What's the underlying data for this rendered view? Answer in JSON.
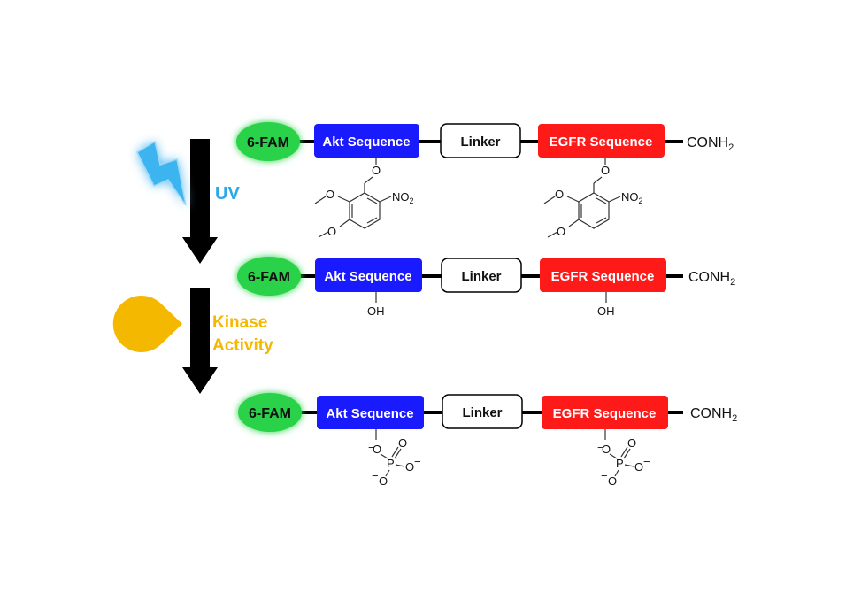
{
  "steps": {
    "uv_label": "UV",
    "kinase_label_line1": "Kinase",
    "kinase_label_line2": "Activity"
  },
  "colors": {
    "fam": "#2bd24a",
    "akt": "#1a1aff",
    "egfr": "#ff1a1a",
    "uv": "#2aa8e8",
    "kinase": "#f5b800",
    "arrow": "#000000"
  },
  "constructs": [
    {
      "state": "caged",
      "fam": "6-FAM",
      "akt": "Akt Sequence",
      "linker": "Linker",
      "egfr": "EGFR Sequence",
      "terminus": "CONH",
      "terminus_sub": "2",
      "group_label": "NO",
      "group_label_sub": "2"
    },
    {
      "state": "uncaged",
      "fam": "6-FAM",
      "akt": "Akt Sequence",
      "linker": "Linker",
      "egfr": "EGFR Sequence",
      "terminus": "CONH",
      "terminus_sub": "2",
      "group_label": "OH"
    },
    {
      "state": "phosphorylated",
      "fam": "6-FAM",
      "akt": "Akt Sequence",
      "linker": "Linker",
      "egfr": "EGFR Sequence",
      "terminus": "CONH",
      "terminus_sub": "2",
      "atom_o": "O",
      "atom_p": "P",
      "charge": "−"
    }
  ]
}
